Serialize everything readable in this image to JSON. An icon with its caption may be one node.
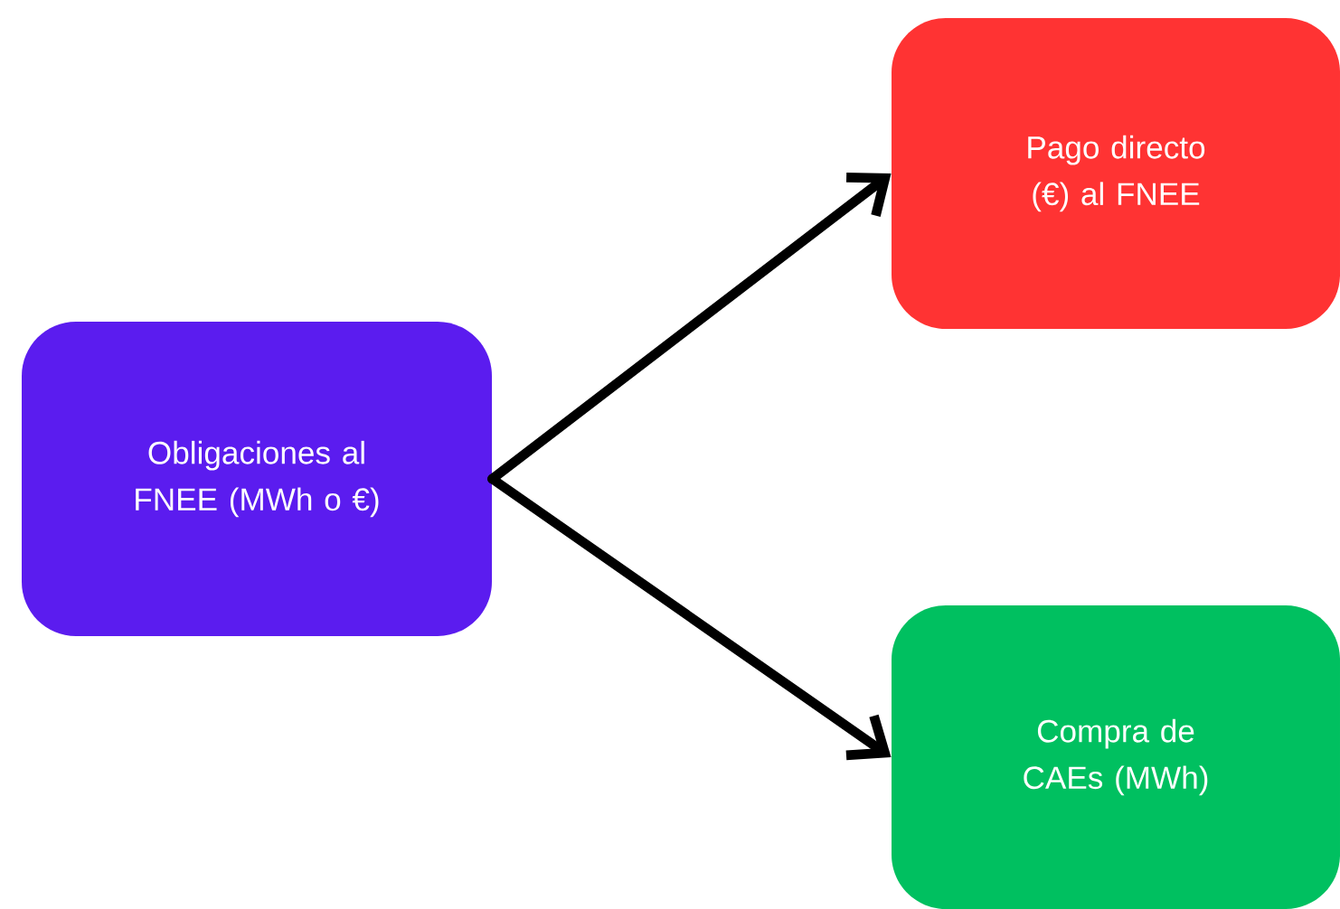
{
  "diagram": {
    "nodes": [
      {
        "text": [
          "Obligaciones al FNEE (MWh o €)"
        ]
      },
      {
        "text": [
          "Pago directo (€) al FNEE"
        ]
      },
      {
        "text": [
          "Compra de CAEs (MWh)"
        ]
      }
    ],
    "edges": [
      {
        "from": 0,
        "to": 1,
        "arrow": "to"
      },
      {
        "from": 0,
        "to": 2,
        "arrow": "to"
      }
    ]
  }
}
